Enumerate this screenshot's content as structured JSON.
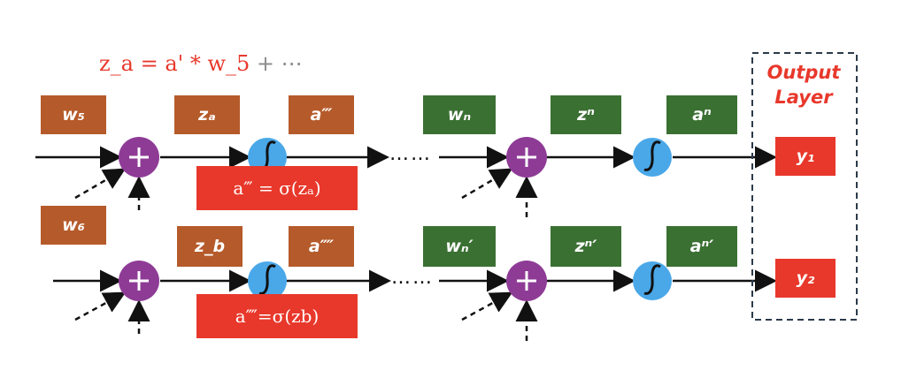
{
  "top_equation": {
    "main": "z_a = a' * w_5",
    "rest": " + ⋯"
  },
  "output_layer": {
    "title_line1": "Output",
    "title_line2": "Layer"
  },
  "boxes": {
    "w5": "w₅",
    "w6": "w₆",
    "za": "zₐ",
    "zb": "z_b",
    "a3": "a‴",
    "a4": "a⁗",
    "wn": "wₙ",
    "wn_prime": "wₙ′",
    "zn": "zⁿ",
    "zn_prime": "zⁿ′",
    "an": "aⁿ",
    "an_prime": "aⁿ′",
    "y1": "y₁",
    "y2": "y₂"
  },
  "equations": {
    "eq1": "a‴ = σ(zₐ)",
    "eq2": "a⁗=σ(zb)"
  },
  "ellipsis": "……",
  "colors": {
    "brown": "#b55a2a",
    "green": "#3b7033",
    "red": "#e8382b",
    "purple": "#8e3b96",
    "blue": "#4aa8e8"
  },
  "icons": {
    "sum": "plus-node-icon",
    "activation": "integral-sigmoid-icon"
  }
}
